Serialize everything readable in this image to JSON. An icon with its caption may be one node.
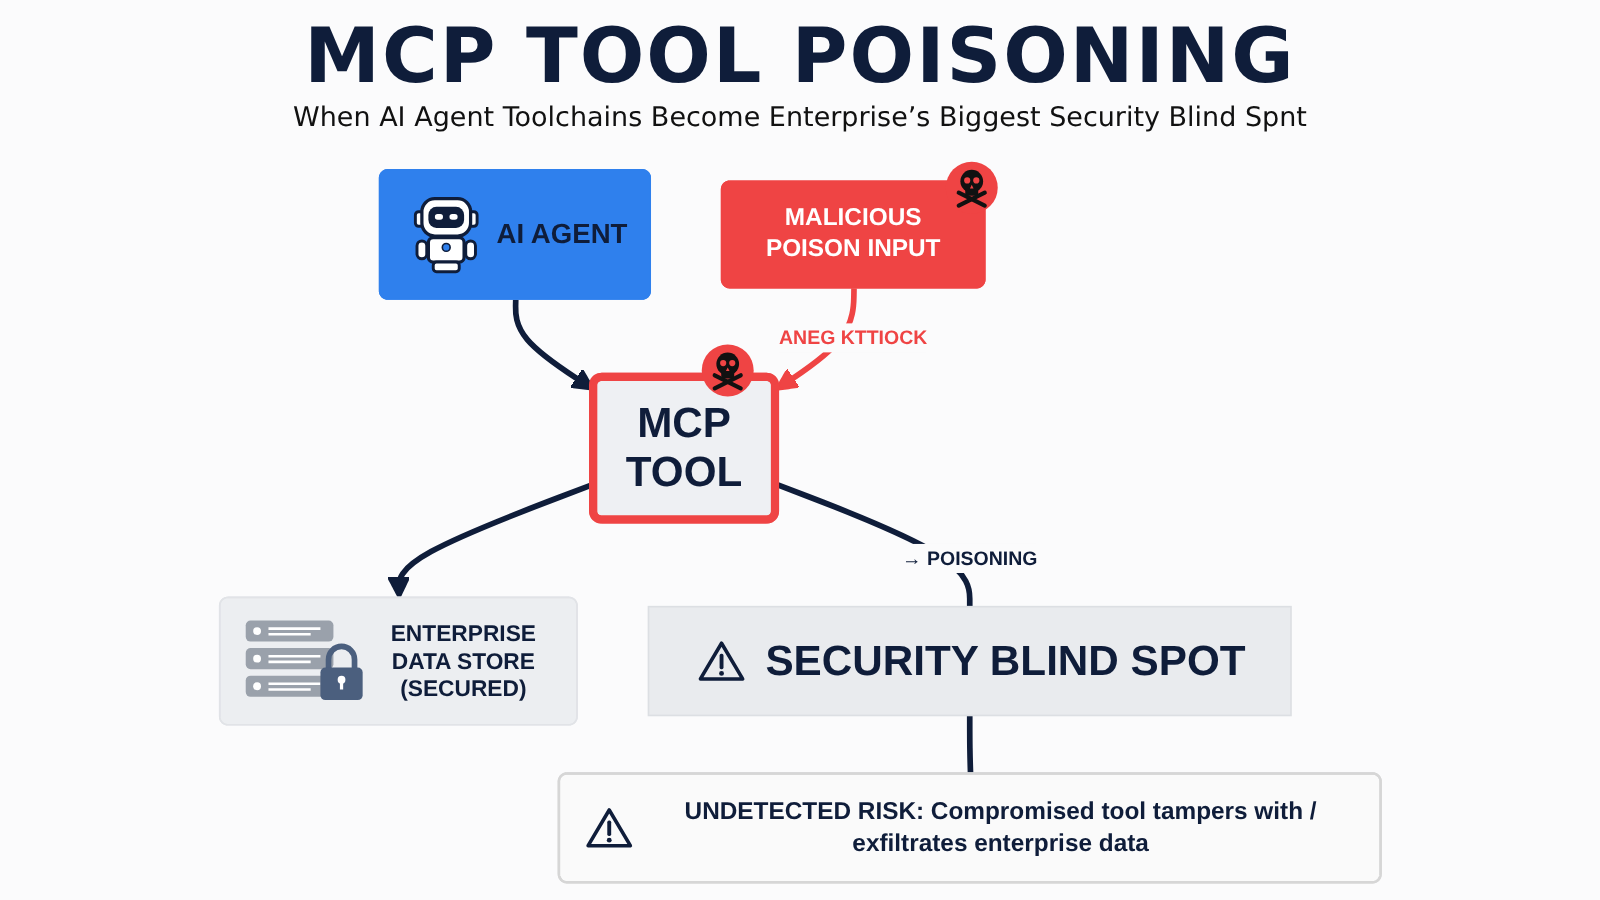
{
  "diagram": {
    "title": "MCP TOOL POISONING",
    "caption": "When AI Agent Toolchains Become Enterprise’s Biggest Security Blind Spnt",
    "nodes": [
      {
        "text": [
          "AI AGENT"
        ]
      },
      {
        "text": [
          "MCP TOOL"
        ]
      },
      {
        "text": [
          "ENTERPRISE DATA STORE (SECURED)"
        ]
      },
      {
        "text": [
          "MALICIOUS POISON INPUT"
        ]
      },
      {
        "text": [
          "SECURITY BLIND SPOT"
        ]
      },
      {
        "text": [
          "UNDETECTED RISK: Compromised tool tampers with / exfiltrates enterprise data"
        ]
      }
    ],
    "edges": [
      {
        "from": 0,
        "to": 1,
        "arrow": "to"
      },
      {
        "from": 1,
        "to": 2,
        "arrow": "to"
      },
      {
        "from": 3,
        "to": 1,
        "arrow": "to",
        "label": "ANEG KTTIOCK",
        "color": "#ef4444"
      },
      {
        "from": 1,
        "to": 4,
        "arrow": "none",
        "label": "→ POISONING"
      },
      {
        "from": 4,
        "to": 5,
        "arrow": "none"
      }
    ]
  }
}
